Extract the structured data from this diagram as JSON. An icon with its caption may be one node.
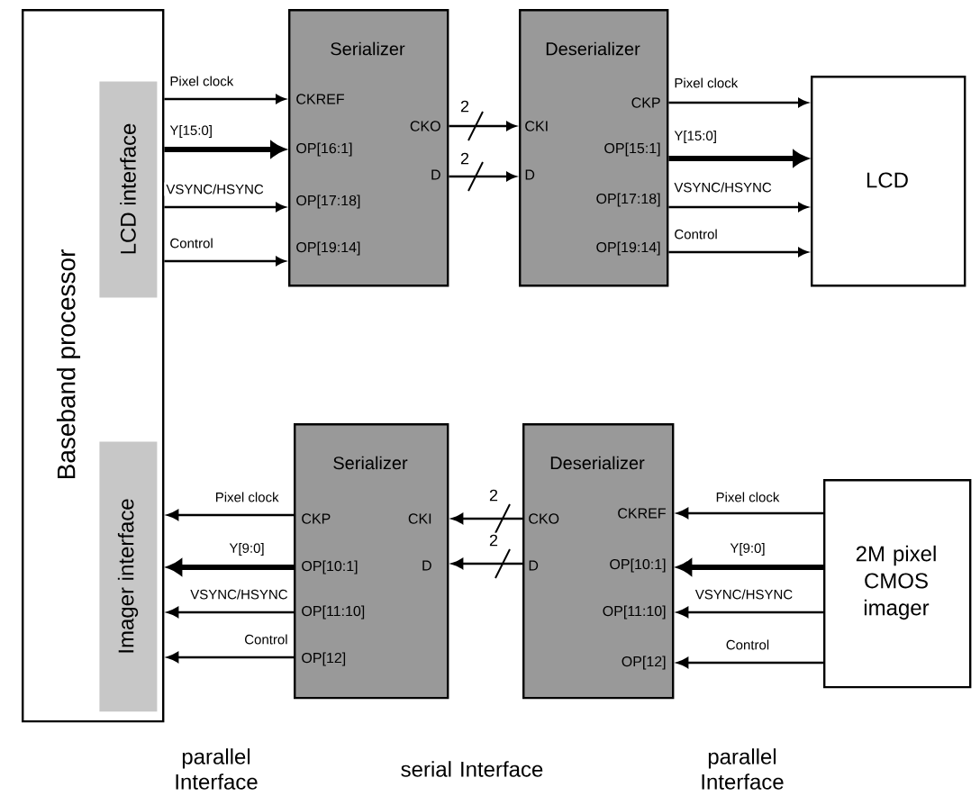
{
  "diagram": {
    "nodes": [
      {
        "text": [
          "Baseband processor"
        ]
      },
      {
        "text": [
          "LCD interface"
        ],
        "in": 0
      },
      {
        "text": [
          "Imager interface"
        ],
        "in": 0
      },
      {
        "text": [
          "Serializer",
          "CKREF",
          "OP[16:1]",
          "OP[17:18]",
          "OP[19:14]",
          "CKO",
          "D"
        ]
      },
      {
        "text": [
          "Deserializer",
          "CKI",
          "D",
          "CKP",
          "OP[15:1]",
          "OP[17:18]",
          "OP[19:14]"
        ]
      },
      {
        "text": [
          "LCD"
        ]
      },
      {
        "text": [
          "Serializer",
          "CKP",
          "OP[10:1]",
          "OP[11:10]",
          "OP[12]",
          "CKI",
          "D"
        ]
      },
      {
        "text": [
          "Deserializer",
          "CKO",
          "D",
          "CKREF",
          "OP[10:1]",
          "OP[11:10]",
          "OP[12]"
        ]
      },
      {
        "text": [
          "2M pixel CMOS imager"
        ]
      }
    ],
    "edges": [
      {
        "from": 0,
        "to": 3,
        "arrow": "to",
        "label": "Pixel clock"
      },
      {
        "from": 0,
        "to": 3,
        "arrow": "to",
        "label": "Y[15:0]",
        "style": "thick"
      },
      {
        "from": 0,
        "to": 3,
        "arrow": "to",
        "label": "VSYNC/HSYNC"
      },
      {
        "from": 0,
        "to": 3,
        "arrow": "to",
        "label": "Control"
      },
      {
        "from": 3,
        "to": 4,
        "arrow": "to",
        "label": "2"
      },
      {
        "from": 3,
        "to": 4,
        "arrow": "to",
        "label": "2"
      },
      {
        "from": 4,
        "to": 5,
        "arrow": "to",
        "label": "Pixel clock"
      },
      {
        "from": 4,
        "to": 5,
        "arrow": "to",
        "label": "Y[15:0]",
        "style": "thick"
      },
      {
        "from": 4,
        "to": 5,
        "arrow": "to",
        "label": "VSYNC/HSYNC"
      },
      {
        "from": 4,
        "to": 5,
        "arrow": "to",
        "label": "Control"
      },
      {
        "from": 6,
        "to": 0,
        "arrow": "to",
        "label": "Pixel clock"
      },
      {
        "from": 6,
        "to": 0,
        "arrow": "to",
        "label": "Y[9:0]",
        "style": "thick"
      },
      {
        "from": 6,
        "to": 0,
        "arrow": "to",
        "label": "VSYNC/HSYNC"
      },
      {
        "from": 6,
        "to": 0,
        "arrow": "to",
        "label": "Control"
      },
      {
        "from": 7,
        "to": 6,
        "arrow": "to",
        "label": "2"
      },
      {
        "from": 7,
        "to": 6,
        "arrow": "to",
        "label": "2"
      },
      {
        "from": 8,
        "to": 7,
        "arrow": "to",
        "label": "Pixel clock"
      },
      {
        "from": 8,
        "to": 7,
        "arrow": "to",
        "label": "Y[9:0]",
        "style": "thick"
      },
      {
        "from": 8,
        "to": 7,
        "arrow": "to",
        "label": "VSYNC/HSYNC"
      },
      {
        "from": 8,
        "to": 7,
        "arrow": "to",
        "label": "Control"
      }
    ],
    "labels": [
      "parallel Interface",
      "serial Interface",
      "parallel Interface"
    ]
  }
}
